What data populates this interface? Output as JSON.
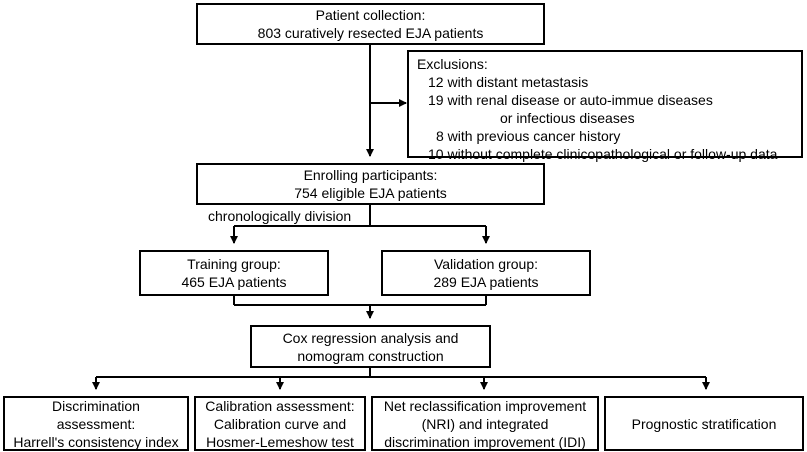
{
  "collection": {
    "line1": "Patient collection:",
    "line2": "803 curatively resected EJA patients"
  },
  "exclusions": {
    "title": "Exclusions:",
    "items": [
      "12 with distant metastasis",
      "19 with renal disease or auto-immue diseases",
      "or infectious diseases",
      "8 with previous cancer history",
      "10 without complete clinicopathological or follow-up data"
    ]
  },
  "enrolling": {
    "line1": "Enrolling participants:",
    "line2": "754 eligible EJA patients"
  },
  "division_label": "chronologically division",
  "training": {
    "line1": "Training group:",
    "line2": "465 EJA patients"
  },
  "validation": {
    "line1": "Validation group:",
    "line2": "289 EJA patients"
  },
  "cox": {
    "line1": "Cox regression analysis and",
    "line2": "nomogram construction"
  },
  "outputs": {
    "discrimination": [
      "Discrimination",
      "assessment:",
      "Harrell's consistency index"
    ],
    "calibration": [
      "Calibration assessment:",
      "Calibration curve and",
      "Hosmer-Lemeshow test"
    ],
    "nri": [
      "Net reclassification improvement",
      "(NRI) and integrated",
      "discrimination improvement (IDI)"
    ],
    "stratification": [
      "Prognostic stratification"
    ]
  }
}
